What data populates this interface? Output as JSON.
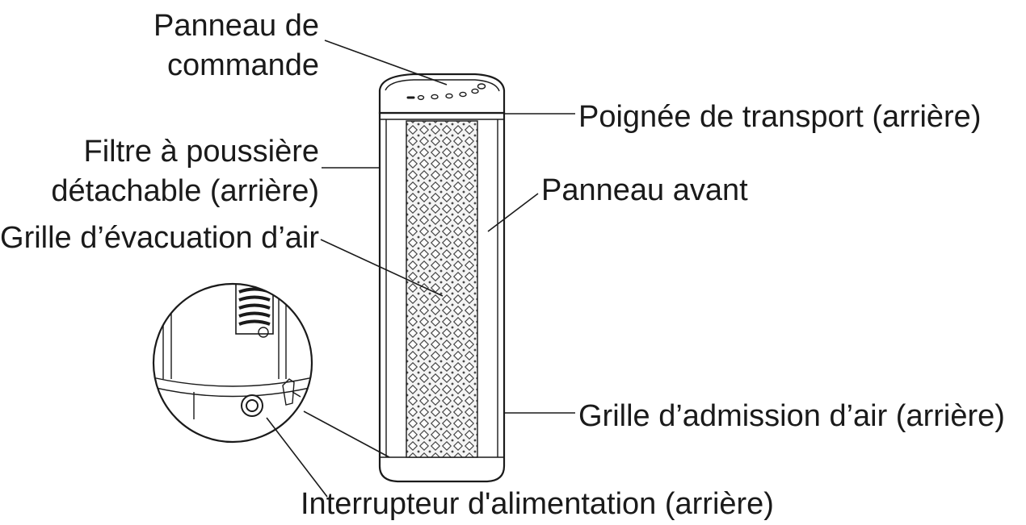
{
  "labels": {
    "control_panel_line1": "Panneau de",
    "control_panel_line2": "commande",
    "carry_handle": "Poignée de transport (arrière)",
    "dust_filter_line1": "Filtre à poussière",
    "dust_filter_line2": "détachable (arrière)",
    "front_panel": "Panneau avant",
    "outlet_grille": "Grille d’évacuation d’air",
    "intake_grille": "Grille d’admission d’air (arrière)",
    "power_switch": "Interrupteur d'alimentation (arrière)"
  },
  "colors": {
    "ink": "#1a1a1a",
    "background": "#ffffff"
  }
}
